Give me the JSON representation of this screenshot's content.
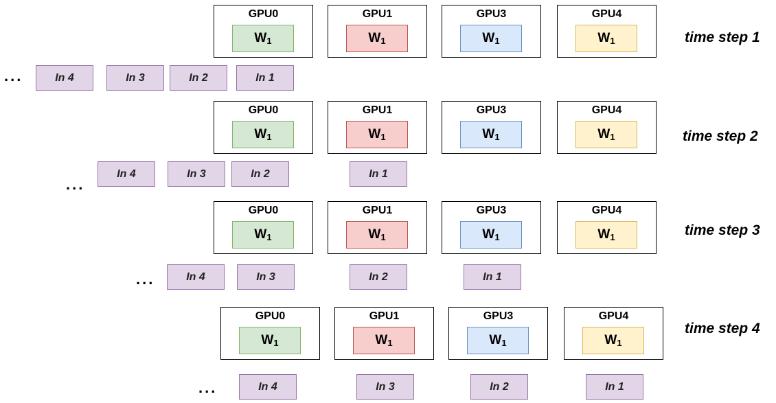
{
  "gpu_labels": [
    "GPU0",
    "GPU1",
    "GPU3",
    "GPU4"
  ],
  "weight_label": "W",
  "weight_subscript": "1",
  "input_labels": [
    "In 4",
    "In 3",
    "In 2",
    "In 1"
  ],
  "time_steps": [
    "time step 1",
    "time step 2",
    "time step 3",
    "time step 4"
  ],
  "ellipsis": "...",
  "colors": {
    "gpu_weight_fills": [
      "#d5e8d4",
      "#f8cecc",
      "#dae8fc",
      "#fff2cc"
    ],
    "gpu_weight_borders": [
      "#82b366",
      "#b85450",
      "#6c8ebf",
      "#d6b656"
    ],
    "input_fill": "#e1d5e7",
    "input_border": "#9673a6"
  }
}
